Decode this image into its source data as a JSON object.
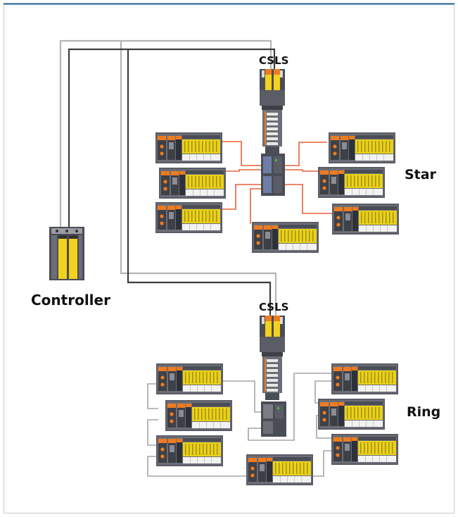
{
  "labels": {
    "controller": "Controller",
    "csls_top": "CSLS",
    "csls_bottom": "CSLS",
    "star": "Star",
    "ring": "Ring"
  },
  "colors": {
    "frame_accent": "#1f5d8c",
    "safety_yellow": "#f2d21b",
    "module_orange": "#f07b1e",
    "module_gray": "#4a4d55",
    "star_cable": "#e8603a",
    "ring_cable": "#a5a5a5",
    "backbone_dark": "#3d3d3d",
    "backbone_light": "#b4b4b4"
  },
  "icons": {
    "controller": "safety-controller-icon",
    "csls": "csls-switch-icon",
    "io_station": "io-station-icon"
  }
}
